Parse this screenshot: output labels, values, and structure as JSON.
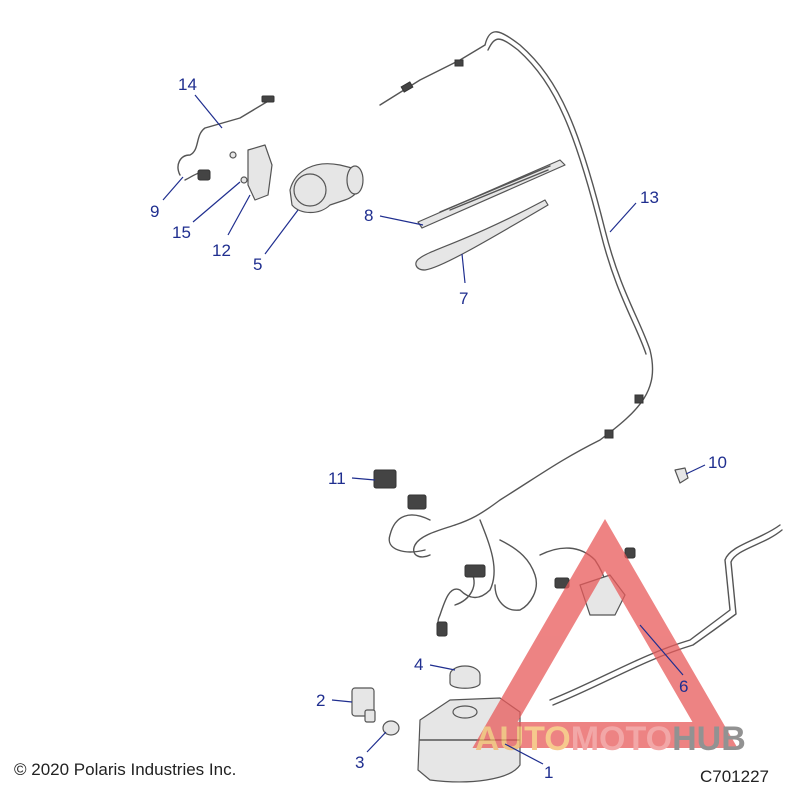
{
  "callouts": [
    {
      "label": "1"
    },
    {
      "label": "2"
    },
    {
      "label": "3"
    },
    {
      "label": "4"
    },
    {
      "label": "5"
    },
    {
      "label": "6"
    },
    {
      "label": "7"
    },
    {
      "label": "8"
    },
    {
      "label": "9"
    },
    {
      "label": "10"
    },
    {
      "label": "11"
    },
    {
      "label": "12"
    },
    {
      "label": "13"
    },
    {
      "label": "14"
    },
    {
      "label": "15"
    }
  ],
  "copyright": "© 2020 Polaris Industries Inc.",
  "diagram_code": "C701227",
  "watermark": {
    "part1": "AUTO",
    "part2": "MOTO",
    "part3": "HUB",
    "colors": {
      "auto": "#f3b867",
      "moto": "#ee8a8a",
      "hub": "#6e6e6e",
      "triangle": "#e85a5a"
    }
  }
}
